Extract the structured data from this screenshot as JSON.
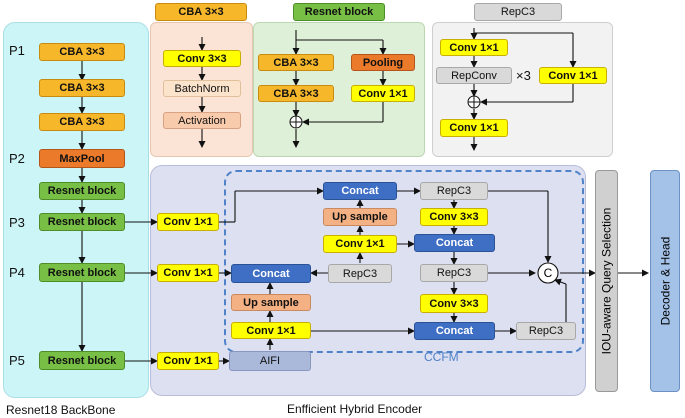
{
  "backbone": {
    "caption": "Resnet18 BackBone",
    "p1": "P1",
    "p2": "P2",
    "p3": "P3",
    "p4": "P4",
    "p5": "P5",
    "cba1": "CBA  3×3",
    "cba2": "CBA  3×3",
    "cba3": "CBA  3×3",
    "maxpool": "MaxPool",
    "rb1": "Resnet block",
    "rb2": "Resnet block",
    "rb3": "Resnet block",
    "rb4": "Resnet block"
  },
  "cba_detail": {
    "title": "CBA  3×3",
    "conv": "Conv 3×3",
    "bn": "BatchNorm",
    "act": "Activation"
  },
  "resnet_detail": {
    "title": "Resnet block",
    "cba1": "CBA  3×3",
    "cba2": "CBA  3×3",
    "pooling": "Pooling",
    "conv": "Conv 1×1"
  },
  "repc3_detail": {
    "title": "RepC3",
    "conv_top": "Conv 1×1",
    "repconv": "RepConv",
    "times": "×3",
    "conv_side": "Conv 1×1",
    "conv_bottom": "Conv 1×1"
  },
  "encoder": {
    "caption": "Enfficient Hybrid Encoder",
    "ccfm": "CCFM",
    "conv_p3": "Conv 1×1",
    "conv_p4": "Conv 1×1",
    "conv_p5": "Conv 1×1",
    "aifi": "AIFI",
    "concat_top": "Concat",
    "repc3_top": "RepC3",
    "upsample_r": "Up sample",
    "conv33_a": "Conv 3×3",
    "conv11_r": "Conv 1×1",
    "concat_r2": "Concat",
    "concat_mid": "Concat",
    "repc3_mid_l": "RepC3",
    "repc3_mid_r": "RepC3",
    "upsample_l": "Up sample",
    "conv33_b": "Conv 3×3",
    "conv11_bottom": "Conv 1×1",
    "concat_bottom": "Concat",
    "repc3_bottom": "RepC3",
    "c_node": "C"
  },
  "query_selection": "IOU-aware Query Selection",
  "decoder": "Decoder & Head"
}
